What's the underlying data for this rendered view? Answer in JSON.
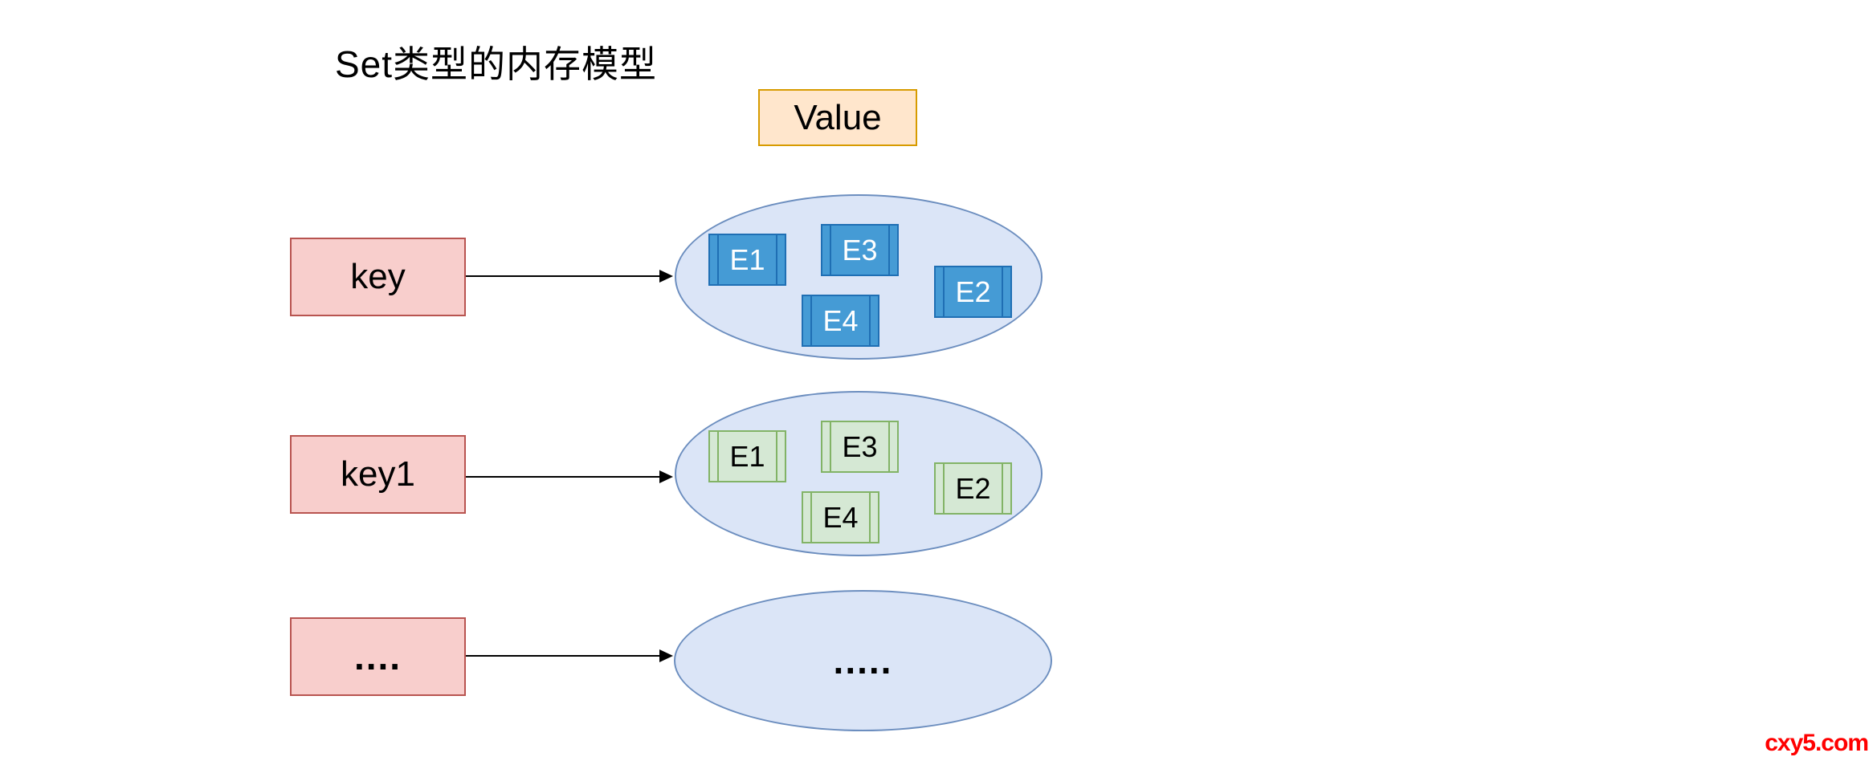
{
  "title": "Set类型的内存模型",
  "legend": {
    "value_label": "Value"
  },
  "rows": [
    {
      "key_label": "key",
      "set": {
        "style": "blue",
        "elements": [
          {
            "label": "E1"
          },
          {
            "label": "E3"
          },
          {
            "label": "E2"
          },
          {
            "label": "E4"
          }
        ]
      }
    },
    {
      "key_label": "key1",
      "set": {
        "style": "green",
        "elements": [
          {
            "label": "E1"
          },
          {
            "label": "E3"
          },
          {
            "label": "E2"
          },
          {
            "label": "E4"
          }
        ]
      }
    },
    {
      "key_label": "....",
      "set": {
        "style": "empty",
        "placeholder_label": "....."
      }
    }
  ],
  "watermark": "cxy5.com",
  "colors": {
    "key_box_fill": "#F8CECC",
    "key_box_stroke": "#B85450",
    "value_box_fill": "#FFE6CC",
    "value_box_stroke": "#D79B00",
    "set_ellipse_fill": "#DBE5F7",
    "set_ellipse_stroke": "#6C8EBF",
    "element_blue_fill": "#459BD5",
    "element_blue_stroke": "#1F6FB4",
    "element_blue_text": "#FFFFFF",
    "element_green_fill": "#D5E8D4",
    "element_green_stroke": "#82B366",
    "element_green_text": "#000000",
    "arrow": "#000000",
    "watermark_text": "#FF0000"
  }
}
